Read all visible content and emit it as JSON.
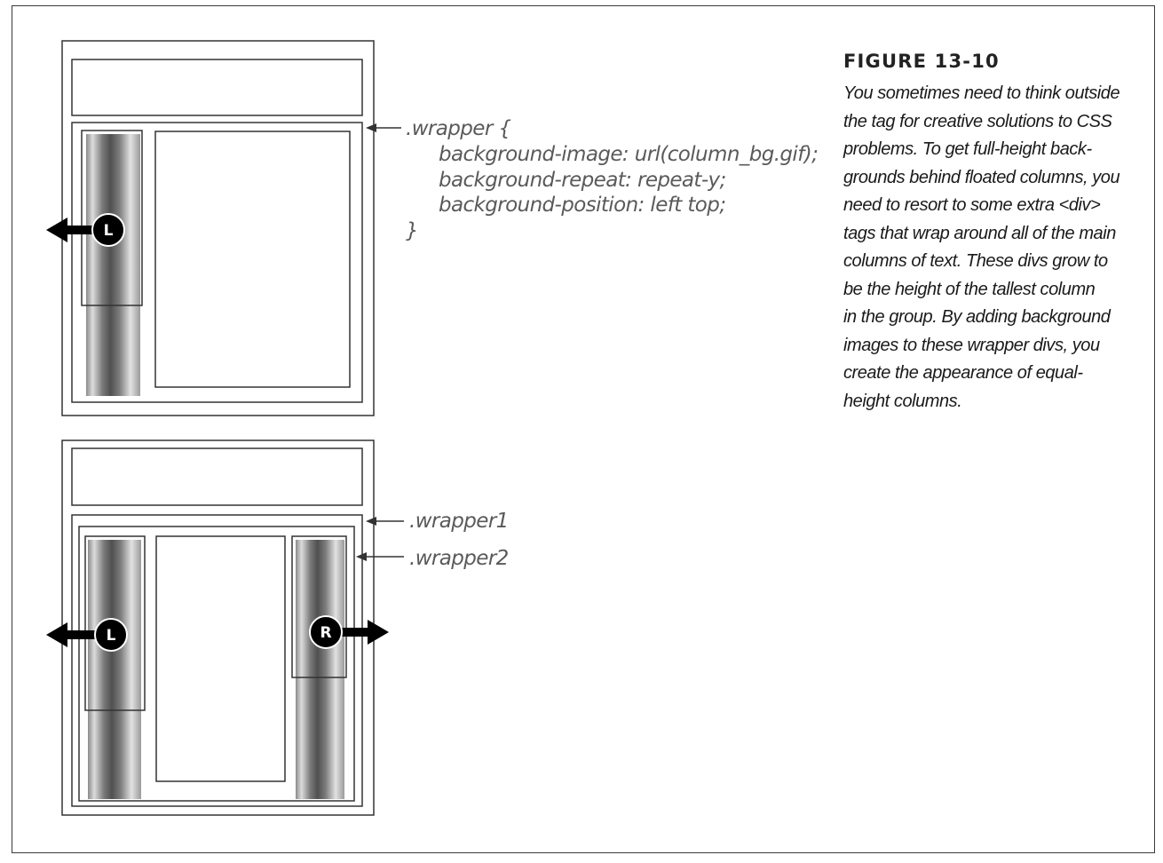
{
  "figure": {
    "title": "FIGURE 13-10",
    "caption_lines": [
      "You sometimes need to think outside",
      "the tag for creative solutions to CSS",
      "problems. To get full-height back-",
      "grounds behind floated columns, you",
      "need to resort to some extra <div>",
      "tags that wrap around all of the main",
      "columns of text. These divs grow to",
      "be the height of the tallest column",
      "in the group. By adding background",
      "images to these wrapper divs, you",
      "create the appearance of equal-",
      "height columns."
    ]
  },
  "top_diagram": {
    "code_lines": [
      ".wrapper {",
      "background-image: url(column_bg.gif);",
      "background-repeat: repeat-y;",
      "background-position: left top;",
      "}"
    ],
    "left_badge": "L"
  },
  "bottom_diagram": {
    "wrapper1_label": ".wrapper1",
    "wrapper2_label": ".wrapper2",
    "left_badge": "L",
    "right_badge": "R"
  }
}
